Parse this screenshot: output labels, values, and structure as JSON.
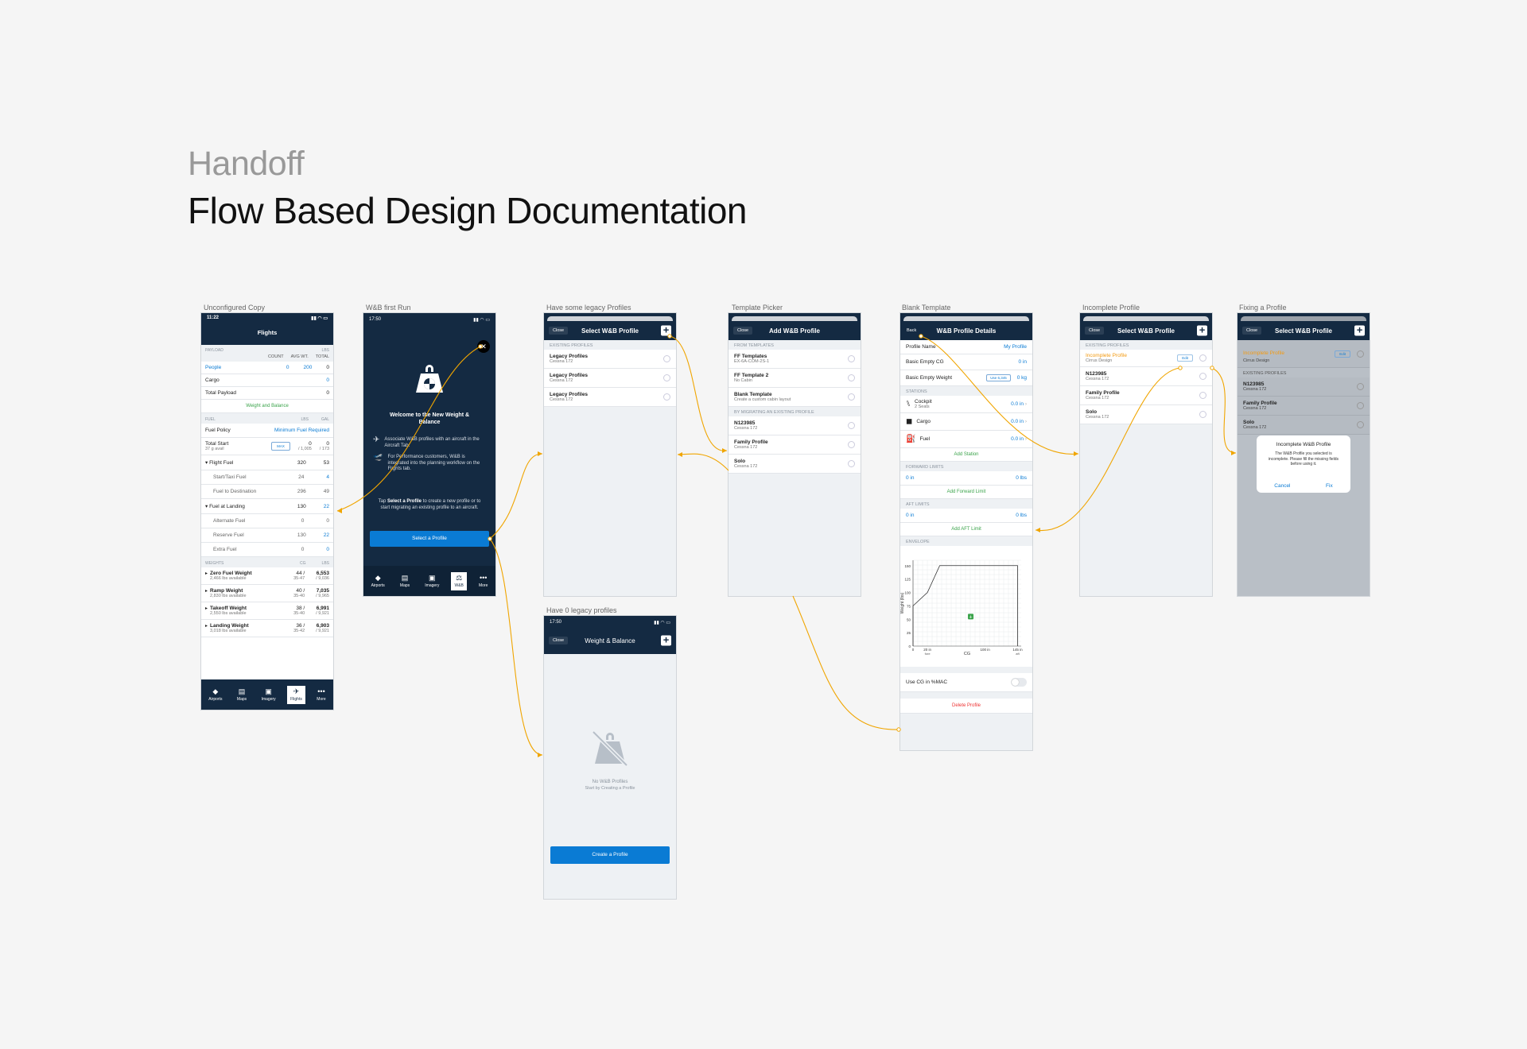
{
  "page": {
    "title": "Handoff",
    "subtitle": "Flow Based Design Documentation"
  },
  "captions": {
    "unconfigured": "Unconfigured Copy",
    "first_run": "W&B first Run",
    "legacy": "Have some legacy Profiles",
    "template_picker": "Template Picker",
    "blank_template": "Blank Template",
    "incomplete": "Incomplete Profile",
    "fixing": "Fixing a Profile",
    "zero_legacy": "Have 0 legacy profiles"
  },
  "s1": {
    "time": "11:22",
    "title": "Flights",
    "payload_label": "PAYLOAD",
    "payload_unit": "LBS",
    "col_count": "COUNT",
    "col_avg": "AVG WT.",
    "col_total": "TOTAL",
    "people_label": "People",
    "people_count": "0",
    "people_avg": "200",
    "people_total": "0",
    "cargo_label": "Cargo",
    "cargo_total": "0",
    "total_payload_label": "Total Payload",
    "total_payload_val": "0",
    "wb_link": "Weight and Balance",
    "fuel_label": "FUEL",
    "fuel_lbs": "LBS",
    "fuel_gal": "GAL",
    "fuel_policy_label": "Fuel Policy",
    "fuel_policy_val": "Minimum Fuel Required",
    "total_start_label": "Total Start",
    "total_start_sub": "37 g avail",
    "max_btn": "MAX",
    "ts_lbs": "0",
    "ts_lbs_sub": "/ 1,005",
    "ts_gal": "0",
    "ts_gal_sub": "/ 173",
    "flight_fuel_label": "Flight Fuel",
    "flight_fuel_lbs": "320",
    "flight_fuel_gal": "53",
    "taxi_label": "Start/Taxi Fuel",
    "taxi_lbs": "24",
    "taxi_gal": "4",
    "dest_label": "Fuel to Destination",
    "dest_lbs": "296",
    "dest_gal": "49",
    "landing_label": "Fuel at Landing",
    "landing_lbs": "130",
    "landing_gal": "22",
    "alt_label": "Alternate Fuel",
    "alt_lbs": "0",
    "alt_gal": "0",
    "reserve_label": "Reserve Fuel",
    "reserve_lbs": "130",
    "reserve_gal": "22",
    "extra_label": "Extra Fuel",
    "extra_lbs": "0",
    "extra_gal": "0",
    "weights_label": "WEIGHTS",
    "weights_cg": "CG",
    "weights_lbs": "LBS",
    "weights": [
      {
        "name": "Zero Fuel Weight",
        "sub": "2,466 lbs available",
        "cg": "44 /",
        "cg_sub": "35-47",
        "lbs": "6,553",
        "lbs_sub": "/ 9,036"
      },
      {
        "name": "Ramp Weight",
        "sub": "2,830 lbs available",
        "cg": "40 /",
        "cg_sub": "35-40",
        "lbs": "7,035",
        "lbs_sub": "/ 9,965"
      },
      {
        "name": "Takeoff Weight",
        "sub": "2,550 lbs available",
        "cg": "38 /",
        "cg_sub": "35-40",
        "lbs": "6,991",
        "lbs_sub": "/ 9,921"
      },
      {
        "name": "Landing Weight",
        "sub": "3,018 lbs available",
        "cg": "36 /",
        "cg_sub": "35-42",
        "lbs": "6,903",
        "lbs_sub": "/ 9,921"
      }
    ],
    "tabs": [
      "Airports",
      "Maps",
      "Imagery",
      "Flights",
      "More"
    ]
  },
  "s2": {
    "time": "17:50",
    "welcome": "Welcome to the New Weight & Balance",
    "bullet1": "Associate W&B profiles with an aircraft in the Aircraft Tab.",
    "bullet2": "For Performance customers, W&B is integrated into the planning workflow on the Flights tab.",
    "tap_prefix": "Tap ",
    "tap_bold": "Select a Profile",
    "tap_rest": " to create a new profile or to start migrating an existing profile to an aircraft.",
    "select_btn": "Select a Profile",
    "tabs": [
      "Airports",
      "Maps",
      "Imagery",
      "W&B",
      "More"
    ]
  },
  "s3": {
    "close": "Close",
    "title": "Select W&B Profile",
    "section": "EXISTING PROFILES",
    "items": [
      {
        "name": "Legacy Profiles",
        "sub": "Cessna 172"
      },
      {
        "name": "Legacy Profiles",
        "sub": "Cessna 172"
      },
      {
        "name": "Legacy Profiles",
        "sub": "Cessna 172"
      }
    ]
  },
  "s4": {
    "close": "Close",
    "title": "Add W&B Profile",
    "section1": "FROM TEMPLATES",
    "templates": [
      {
        "name": "FF Templates",
        "sub": "EX-6A-COM-2S-1"
      },
      {
        "name": "FF Template 2",
        "sub": "No Cabin"
      },
      {
        "name": "Blank Template",
        "sub": "Create a custom cabin layout"
      }
    ],
    "section2": "BY MIGRATING AN EXISTING PROFILE",
    "existing": [
      {
        "name": "N123985",
        "sub": "Cessna 172"
      },
      {
        "name": "Family Profile",
        "sub": "Cessna 172"
      },
      {
        "name": "Solo",
        "sub": "Cessna 172"
      }
    ]
  },
  "s5": {
    "back": "Back",
    "title": "W&B Profile Details",
    "profile_name_label": "Profile Name",
    "profile_name_val": "My Profile",
    "bec_label": "Basic Empty CG",
    "bec_val": "0 in",
    "bew_label": "Basic Empty Weight",
    "bew_chip": "Use 6,345",
    "bew_val": "0 kg",
    "stations_label": "STATIONS",
    "stations": [
      {
        "name": "Cockpit",
        "sub": "2 Seats",
        "val": "0.0 in"
      },
      {
        "name": "Cargo",
        "sub": "",
        "val": "0.0 in"
      },
      {
        "name": "Fuel",
        "sub": "",
        "val": "0.0 in"
      }
    ],
    "add_station": "Add Station",
    "fwd_label": "FORWARD LIMITS",
    "fwd_in": "0 in",
    "fwd_lbs": "0 lbs",
    "add_fwd": "Add Forward Limit",
    "aft_label": "AFT LIMITS",
    "aft_in": "0 in",
    "aft_lbs": "0 lbs",
    "add_aft": "Add AFT Limit",
    "envelope_label": "ENVELOPE",
    "use_cg_label": "Use CG in %MAC",
    "delete": "Delete Profile"
  },
  "chart_data": {
    "type": "line",
    "ylabel": "Weight (lbs)",
    "xlabel": "CG",
    "y_ticks": [
      "150",
      "125",
      "100",
      "75",
      "50",
      "25",
      "0"
    ],
    "x_ticks": [
      "0",
      "20 in",
      "100 in",
      "145 in"
    ],
    "x_tick_subs": [
      "",
      "fore",
      "",
      "aft"
    ],
    "ylim": [
      0,
      160
    ],
    "xlim": [
      0,
      150
    ],
    "series": [
      {
        "x": [
          0,
          0,
          20,
          37,
          145,
          145
        ],
        "y": [
          0,
          75,
          100,
          150,
          150,
          0
        ]
      }
    ]
  },
  "s6": {
    "close": "Close",
    "title": "Select W&B Profile",
    "section": "EXISTING PROFILES",
    "incomplete_name": "Incomplete Profile",
    "incomplete_sub": "Cirrus Design",
    "edit": "Edit",
    "items": [
      {
        "name": "N123985",
        "sub": "Cessna 172"
      },
      {
        "name": "Family Profile",
        "sub": "Cessna 172"
      },
      {
        "name": "Solo",
        "sub": "Cessna 172"
      }
    ]
  },
  "s7": {
    "close": "Close",
    "title": "Select W&B Profile",
    "incomplete_name": "Incomplete Profile",
    "incomplete_sub": "Cirrus Design",
    "edit": "Edit",
    "section": "EXISTING PROFILES",
    "items": [
      {
        "name": "N123985",
        "sub": "Cessna 172"
      },
      {
        "name": "Family Profile",
        "sub": "Cessna 172"
      },
      {
        "name": "Solo",
        "sub": "Cessna 172"
      }
    ],
    "dialog_title": "Incomplete W&B Profile",
    "dialog_body": "The W&B Profile you selected is incomplete. Please fill the missing fields before using it.",
    "dialog_cancel": "Cancel",
    "dialog_fix": "Fix"
  },
  "s8": {
    "time": "17:50",
    "close": "Close",
    "title": "Weight & Balance",
    "empty_title": "No W&B Profiles",
    "empty_sub": "Start by Creating a Profile",
    "create_btn": "Create a Profile"
  }
}
